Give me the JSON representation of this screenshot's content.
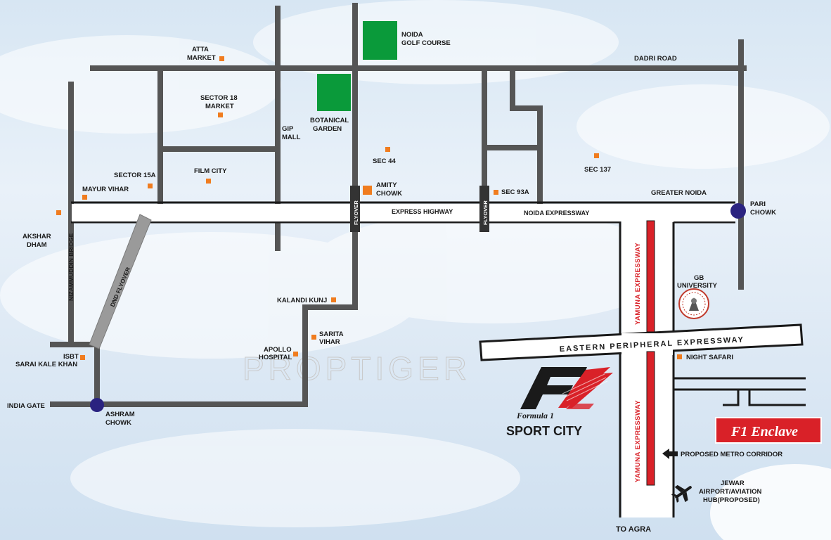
{
  "map": {
    "watermark": "PROPTIGER",
    "labels": {
      "noida_golf_course_1": "NOIDA",
      "noida_golf_course_2": "GOLF COURSE",
      "atta_market_1": "ATTA",
      "atta_market_2": "MARKET",
      "dadri_road": "DADRI ROAD",
      "sector18_1": "SECTOR 18",
      "sector18_2": "MARKET",
      "botanical_1": "BOTANICAL",
      "botanical_2": "GARDEN",
      "gip_1": "GIP",
      "gip_2": "MALL",
      "sec44": "SEC 44",
      "sec137": "SEC 137",
      "film_city": "FILM CITY",
      "sector15a": "SECTOR 15A",
      "mayur_vihar": "MAYUR VIHAR",
      "amity_1": "AMITY",
      "amity_2": "CHOWK",
      "sec93a": "SEC 93A",
      "greater_noida": "GREATER NOIDA",
      "pari_1": "PARI",
      "pari_2": "CHOWK",
      "express_highway": "EXPRESS HIGHWAY",
      "noida_expressway": "NOIDA EXPRESSWAY",
      "flyover_1": "FLYOVER",
      "flyover_2": "FLYOVER",
      "akshar_1": "AKSHAR",
      "akshar_2": "DHAM",
      "nizammuddin": "NIZAMMUDDIN BRIDGE",
      "dnd": "DND FLYOVER",
      "gb_1": "GB",
      "gb_2": "UNIVERSITY",
      "kalandi": "KALANDI KUNJ",
      "sarita_1": "SARITA",
      "sarita_2": "VIHAR",
      "apollo_1": "APOLLO",
      "apollo_2": "HOSPITAL",
      "isbt_1": "ISBT",
      "isbt_2": "SARAI KALE KHAN",
      "india_gate": "INDIA GATE",
      "ashram_1": "ASHRAM",
      "ashram_2": "CHOWK",
      "epe": "EASTERN PERIPHERAL EXPRESSWAY",
      "night_safari": "NIGHT SAFARI",
      "yamuna_1": "YAMUNA EXPRESSWAY",
      "yamuna_2": "YAMUNA EXPRESSWAY",
      "metro": "PROPOSED METRO CORRIDOR",
      "jewar_1": "JEWAR",
      "jewar_2": "AIRPORT/AVIATION",
      "jewar_3": "HUB(PROPOSED)",
      "to_agra": "TO AGRA"
    },
    "f1": {
      "formula_word": "Formula 1",
      "sport_city": "SPORT CITY"
    },
    "enclave": "F1 Enclave",
    "colors": {
      "road": "#555555",
      "green_area": "#0a9a3a",
      "poi": "#f07c1f",
      "chowk": "#2a2380",
      "metro": "#d92128",
      "enclave_bg": "#d92128",
      "dnd": "#9a9a9a"
    }
  }
}
